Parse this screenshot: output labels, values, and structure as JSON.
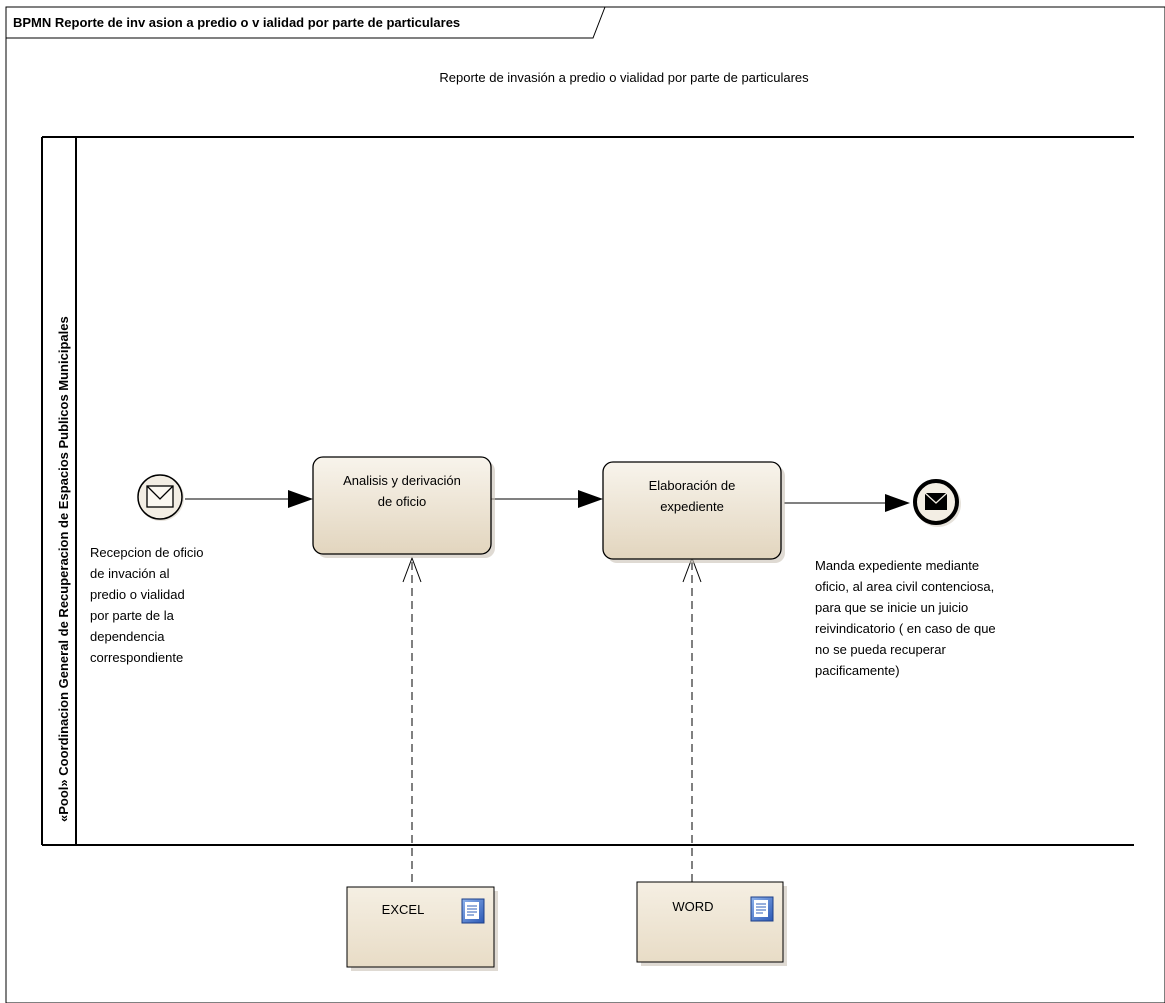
{
  "frame": {
    "title": "BPMN Reporte de inv asion a predio o v ialidad por parte de particulares"
  },
  "diagram_title": "Reporte de invasión a predio o vialidad por parte de particulares",
  "pool": {
    "label": "«Pool» Coordinacion General de Recuperacion de Espacios Publicos Municipales"
  },
  "start_event": {
    "icon": "envelope-icon",
    "annotation": [
      "Recepcion de oficio",
      "de invación al",
      "predio o vialidad",
      "por parte de la",
      "dependencia",
      "correspondiente"
    ]
  },
  "tasks": [
    {
      "lines": [
        "Analisis y derivación",
        "de oficio"
      ]
    },
    {
      "lines": [
        "Elaboración de",
        "expediente"
      ]
    }
  ],
  "end_event": {
    "icon": "envelope-filled-icon",
    "annotation": [
      "Manda expediente mediante",
      "oficio,  al area civil contenciosa,",
      "para que se inicie un juicio",
      "reivindicatorio ( en caso de que",
      "no se pueda recuperar",
      "pacificamente)"
    ]
  },
  "artifacts": [
    {
      "label": "EXCEL",
      "icon": "document-icon"
    },
    {
      "label": "WORD",
      "icon": "document-icon"
    }
  ],
  "colors": {
    "task_fill_top": "#f7f2ea",
    "task_fill_bottom": "#e3d7c1",
    "artifact_fill": "#efe6d6",
    "event_fill": "#f1ece1",
    "doc_icon_blue": "#2f5fb8"
  }
}
